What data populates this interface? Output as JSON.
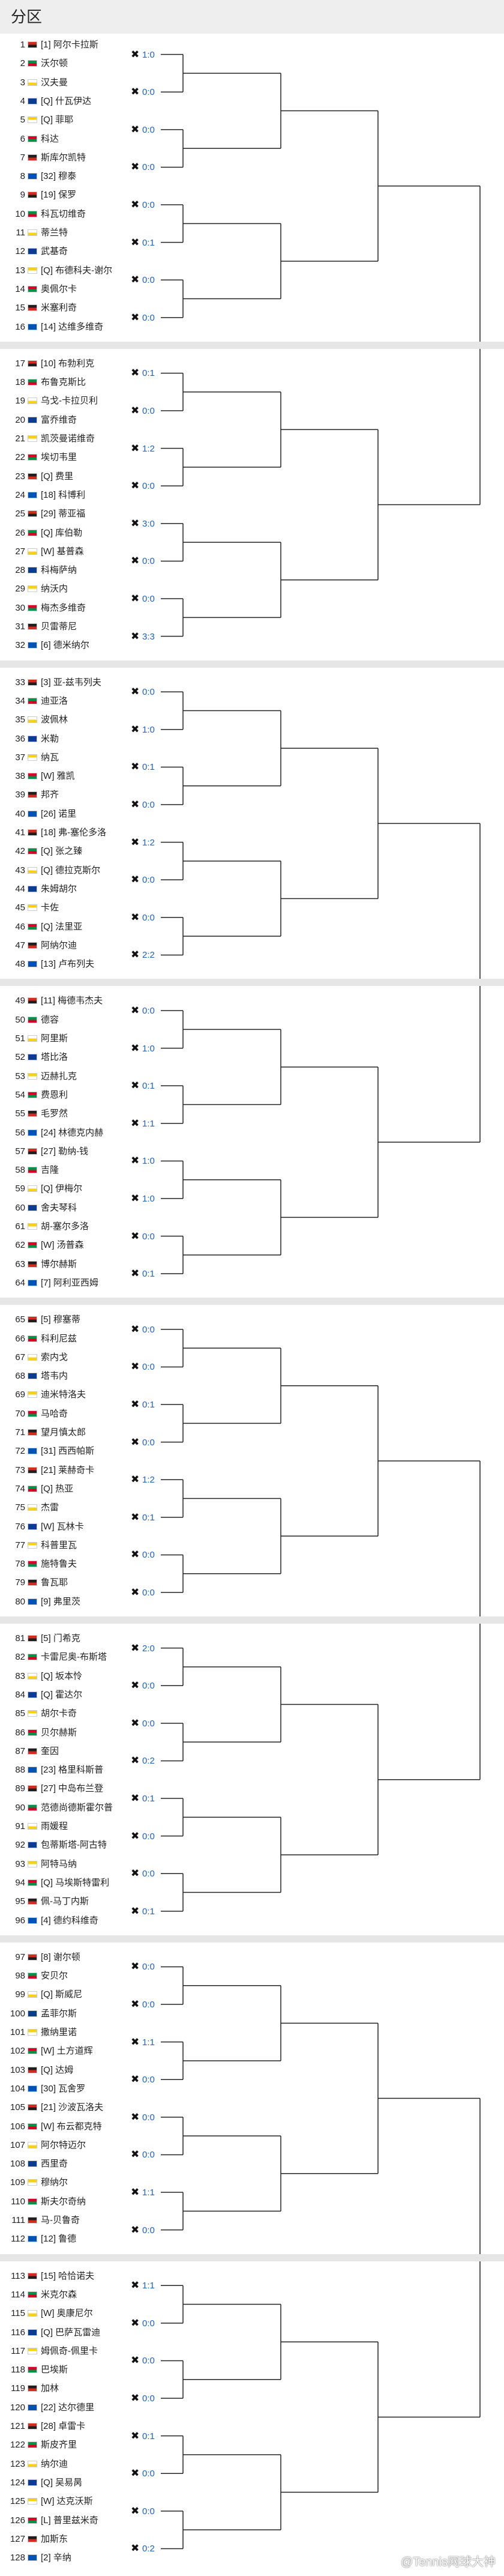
{
  "header": {
    "title": "分区"
  },
  "watermark": "@Tennis网球大神",
  "flag_colors": [
    "#d52b1e",
    "#0a3d91",
    "#1f1f1f",
    "#009246",
    "#f7d116",
    "#0052b4",
    "#ffffff",
    "#d80027"
  ],
  "players": [
    {
      "num": "1",
      "name": "[1] 阿尔卡拉斯"
    },
    {
      "num": "2",
      "name": "沃尔顿"
    },
    {
      "num": "3",
      "name": "汉夫曼"
    },
    {
      "num": "4",
      "name": "[Q] 什瓦伊达"
    },
    {
      "num": "5",
      "name": "[Q] 菲耶"
    },
    {
      "num": "6",
      "name": "科达"
    },
    {
      "num": "7",
      "name": "斯库尔凯特"
    },
    {
      "num": "8",
      "name": "[32] 穆泰"
    },
    {
      "num": "9",
      "name": "[19] 保罗"
    },
    {
      "num": "10",
      "name": "科瓦切维奇"
    },
    {
      "num": "11",
      "name": "蒂兰特"
    },
    {
      "num": "12",
      "name": "武基奇"
    },
    {
      "num": "13",
      "name": "[Q] 布德科夫-谢尔"
    },
    {
      "num": "14",
      "name": "奥佩尔卡"
    },
    {
      "num": "15",
      "name": "米塞利奇"
    },
    {
      "num": "16",
      "name": "[14] 达维多维奇"
    },
    {
      "num": "17",
      "name": "[10] 布勃利克"
    },
    {
      "num": "18",
      "name": "布鲁克斯比"
    },
    {
      "num": "19",
      "name": "乌戈-卡拉贝利"
    },
    {
      "num": "20",
      "name": "富乔维奇"
    },
    {
      "num": "21",
      "name": "凯茨曼诺维奇"
    },
    {
      "num": "22",
      "name": "埃切韦里"
    },
    {
      "num": "23",
      "name": "[Q] 费里"
    },
    {
      "num": "24",
      "name": "[18] 科博利"
    },
    {
      "num": "25",
      "name": "[29] 蒂亚福"
    },
    {
      "num": "26",
      "name": "[Q] 库伯勒"
    },
    {
      "num": "27",
      "name": "[W] 基普森"
    },
    {
      "num": "28",
      "name": "科梅萨纳"
    },
    {
      "num": "29",
      "name": "纳沃内"
    },
    {
      "num": "30",
      "name": "梅杰多维奇"
    },
    {
      "num": "31",
      "name": "贝雷蒂尼"
    },
    {
      "num": "32",
      "name": "[6] 德米纳尔"
    },
    {
      "num": "33",
      "name": "[3] 亚-兹韦列夫"
    },
    {
      "num": "34",
      "name": "迪亚洛"
    },
    {
      "num": "35",
      "name": "波佩林"
    },
    {
      "num": "36",
      "name": "米勒"
    },
    {
      "num": "37",
      "name": "纳瓦"
    },
    {
      "num": "38",
      "name": "[W] 雅凯"
    },
    {
      "num": "39",
      "name": "邦齐"
    },
    {
      "num": "40",
      "name": "[26] 诺里"
    },
    {
      "num": "41",
      "name": "[18] 弗-塞伦多洛"
    },
    {
      "num": "42",
      "name": "[Q] 张之臻"
    },
    {
      "num": "43",
      "name": "[Q] 德拉克斯尔"
    },
    {
      "num": "44",
      "name": "朱姆胡尔"
    },
    {
      "num": "45",
      "name": "卡佐"
    },
    {
      "num": "46",
      "name": "[Q] 法里亚"
    },
    {
      "num": "47",
      "name": "阿纳尔迪"
    },
    {
      "num": "48",
      "name": "[13] 卢布列夫"
    },
    {
      "num": "49",
      "name": "[11] 梅德韦杰夫"
    },
    {
      "num": "50",
      "name": "德容"
    },
    {
      "num": "51",
      "name": "阿里斯"
    },
    {
      "num": "52",
      "name": "塔比洛"
    },
    {
      "num": "53",
      "name": "迈赫扎克"
    },
    {
      "num": "54",
      "name": "费恩利"
    },
    {
      "num": "55",
      "name": "毛罗然"
    },
    {
      "num": "56",
      "name": "[24] 林德克内赫"
    },
    {
      "num": "57",
      "name": "[27] 勒纳-钱"
    },
    {
      "num": "58",
      "name": "吉隆"
    },
    {
      "num": "59",
      "name": "[Q] 伊梅尔"
    },
    {
      "num": "60",
      "name": "舍夫琴科"
    },
    {
      "num": "61",
      "name": "胡-塞尔多洛"
    },
    {
      "num": "62",
      "name": "[W] 汤普森"
    },
    {
      "num": "63",
      "name": "博尔赫斯"
    },
    {
      "num": "64",
      "name": "[7] 阿利亚西姆"
    },
    {
      "num": "65",
      "name": "[5] 穆塞蒂"
    },
    {
      "num": "66",
      "name": "科利尼兹"
    },
    {
      "num": "67",
      "name": "索内戈"
    },
    {
      "num": "68",
      "name": "塔韦内"
    },
    {
      "num": "69",
      "name": "迪米特洛夫"
    },
    {
      "num": "70",
      "name": "马哈奇"
    },
    {
      "num": "71",
      "name": "望月慎太郎"
    },
    {
      "num": "72",
      "name": "[31] 西西帕斯"
    },
    {
      "num": "73",
      "name": "[21] 莱赫奇卡"
    },
    {
      "num": "74",
      "name": "[Q] 热亚"
    },
    {
      "num": "75",
      "name": "杰雷"
    },
    {
      "num": "76",
      "name": "[W] 瓦林卡"
    },
    {
      "num": "77",
      "name": "科普里瓦"
    },
    {
      "num": "78",
      "name": "施特鲁夫"
    },
    {
      "num": "79",
      "name": "鲁瓦耶"
    },
    {
      "num": "80",
      "name": "[9] 弗里茨"
    },
    {
      "num": "81",
      "name": "[5] 门希克"
    },
    {
      "num": "82",
      "name": "卡雷尼奥-布斯塔"
    },
    {
      "num": "83",
      "name": "[Q] 坂本怜"
    },
    {
      "num": "84",
      "name": "[Q] 霍达尔"
    },
    {
      "num": "85",
      "name": "胡尔卡奇"
    },
    {
      "num": "86",
      "name": "贝尔赫斯"
    },
    {
      "num": "87",
      "name": "奎因"
    },
    {
      "num": "88",
      "name": "[23] 格里科斯普"
    },
    {
      "num": "89",
      "name": "[27] 中岛布兰登"
    },
    {
      "num": "90",
      "name": "范德尚德斯霍尔普"
    },
    {
      "num": "91",
      "name": "雨媛程"
    },
    {
      "num": "92",
      "name": "包蒂斯塔-阿古特"
    },
    {
      "num": "93",
      "name": "阿特马纳"
    },
    {
      "num": "94",
      "name": "[Q] 马埃斯特雷利"
    },
    {
      "num": "95",
      "name": "佩-马丁内斯"
    },
    {
      "num": "96",
      "name": "[4] 德约科维奇"
    },
    {
      "num": "97",
      "name": "[8] 谢尔顿"
    },
    {
      "num": "98",
      "name": "安贝尔"
    },
    {
      "num": "99",
      "name": "[Q] 斯威尼"
    },
    {
      "num": "100",
      "name": "孟菲尔斯"
    },
    {
      "num": "101",
      "name": "撒纳里诺"
    },
    {
      "num": "102",
      "name": "[W] 土方道辉"
    },
    {
      "num": "103",
      "name": "[Q] 达姆"
    },
    {
      "num": "104",
      "name": "[30] 瓦舍罗"
    },
    {
      "num": "105",
      "name": "[21] 沙波瓦洛夫"
    },
    {
      "num": "106",
      "name": "[W] 布云都克特"
    },
    {
      "num": "107",
      "name": "阿尔特迈尔"
    },
    {
      "num": "108",
      "name": "西里奇"
    },
    {
      "num": "109",
      "name": "穆纳尔"
    },
    {
      "num": "110",
      "name": "斯夫尔奇纳"
    },
    {
      "num": "111",
      "name": "马-贝鲁奇"
    },
    {
      "num": "112",
      "name": "[12] 鲁德"
    },
    {
      "num": "113",
      "name": "[15] 哈恰诺夫"
    },
    {
      "num": "114",
      "name": "米克尔森"
    },
    {
      "num": "115",
      "name": "[W] 奥康尼尔"
    },
    {
      "num": "116",
      "name": "[Q] 巴萨瓦雷迪"
    },
    {
      "num": "117",
      "name": "姆佩奇-佩里卡"
    },
    {
      "num": "118",
      "name": "巴埃斯"
    },
    {
      "num": "119",
      "name": "加林"
    },
    {
      "num": "120",
      "name": "[22] 达尔德里"
    },
    {
      "num": "121",
      "name": "[28] 卓雷卡"
    },
    {
      "num": "122",
      "name": "斯皮齐里"
    },
    {
      "num": "123",
      "name": "纳尔迪"
    },
    {
      "num": "124",
      "name": "[Q] 吴易昺"
    },
    {
      "num": "125",
      "name": "[W] 达克沃斯"
    },
    {
      "num": "126",
      "name": "[L] 普里兹米奇"
    },
    {
      "num": "127",
      "name": "加斯东"
    },
    {
      "num": "128",
      "name": "[2] 辛纳"
    }
  ],
  "matches": [
    {
      "score": "1:0"
    },
    {
      "score": "0:0"
    },
    {
      "score": "0:0"
    },
    {
      "score": "0:0"
    },
    {
      "score": "0:0"
    },
    {
      "score": "0:1"
    },
    {
      "score": "0:0"
    },
    {
      "score": "0:0"
    },
    {
      "score": "0:1"
    },
    {
      "score": "0:0"
    },
    {
      "score": "1:2"
    },
    {
      "score": "0:0"
    },
    {
      "score": "3:0"
    },
    {
      "score": "0:0"
    },
    {
      "score": "0:0"
    },
    {
      "score": "3:3"
    },
    {
      "score": "0:0"
    },
    {
      "score": "1:0"
    },
    {
      "score": "0:1"
    },
    {
      "score": "0:0"
    },
    {
      "score": "1:2"
    },
    {
      "score": "0:0"
    },
    {
      "score": "0:0"
    },
    {
      "score": "2:2"
    },
    {
      "score": "0:0"
    },
    {
      "score": "1:0"
    },
    {
      "score": "0:1"
    },
    {
      "score": "1:1"
    },
    {
      "score": "1:0"
    },
    {
      "score": "1:0"
    },
    {
      "score": "0:0"
    },
    {
      "score": "0:1"
    },
    {
      "score": "0:0"
    },
    {
      "score": "0:0"
    },
    {
      "score": "0:1"
    },
    {
      "score": "0:0"
    },
    {
      "score": "1:2"
    },
    {
      "score": "0:1"
    },
    {
      "score": "0:0"
    },
    {
      "score": "0:0"
    },
    {
      "score": "2:0"
    },
    {
      "score": "0:0"
    },
    {
      "score": "0:0"
    },
    {
      "score": "0:2"
    },
    {
      "score": "0:1"
    },
    {
      "score": "0:0"
    },
    {
      "score": "0:0"
    },
    {
      "score": "0:1"
    },
    {
      "score": "0:0"
    },
    {
      "score": "0:0"
    },
    {
      "score": "1:1"
    },
    {
      "score": "0:0"
    },
    {
      "score": "0:0"
    },
    {
      "score": "0:0"
    },
    {
      "score": "1:1"
    },
    {
      "score": "0:0"
    },
    {
      "score": "1:1"
    },
    {
      "score": "0:0"
    },
    {
      "score": "0:0"
    },
    {
      "score": "0:0"
    },
    {
      "score": "0:1"
    },
    {
      "score": "0:0"
    },
    {
      "score": "0:0"
    },
    {
      "score": "0:2"
    }
  ]
}
